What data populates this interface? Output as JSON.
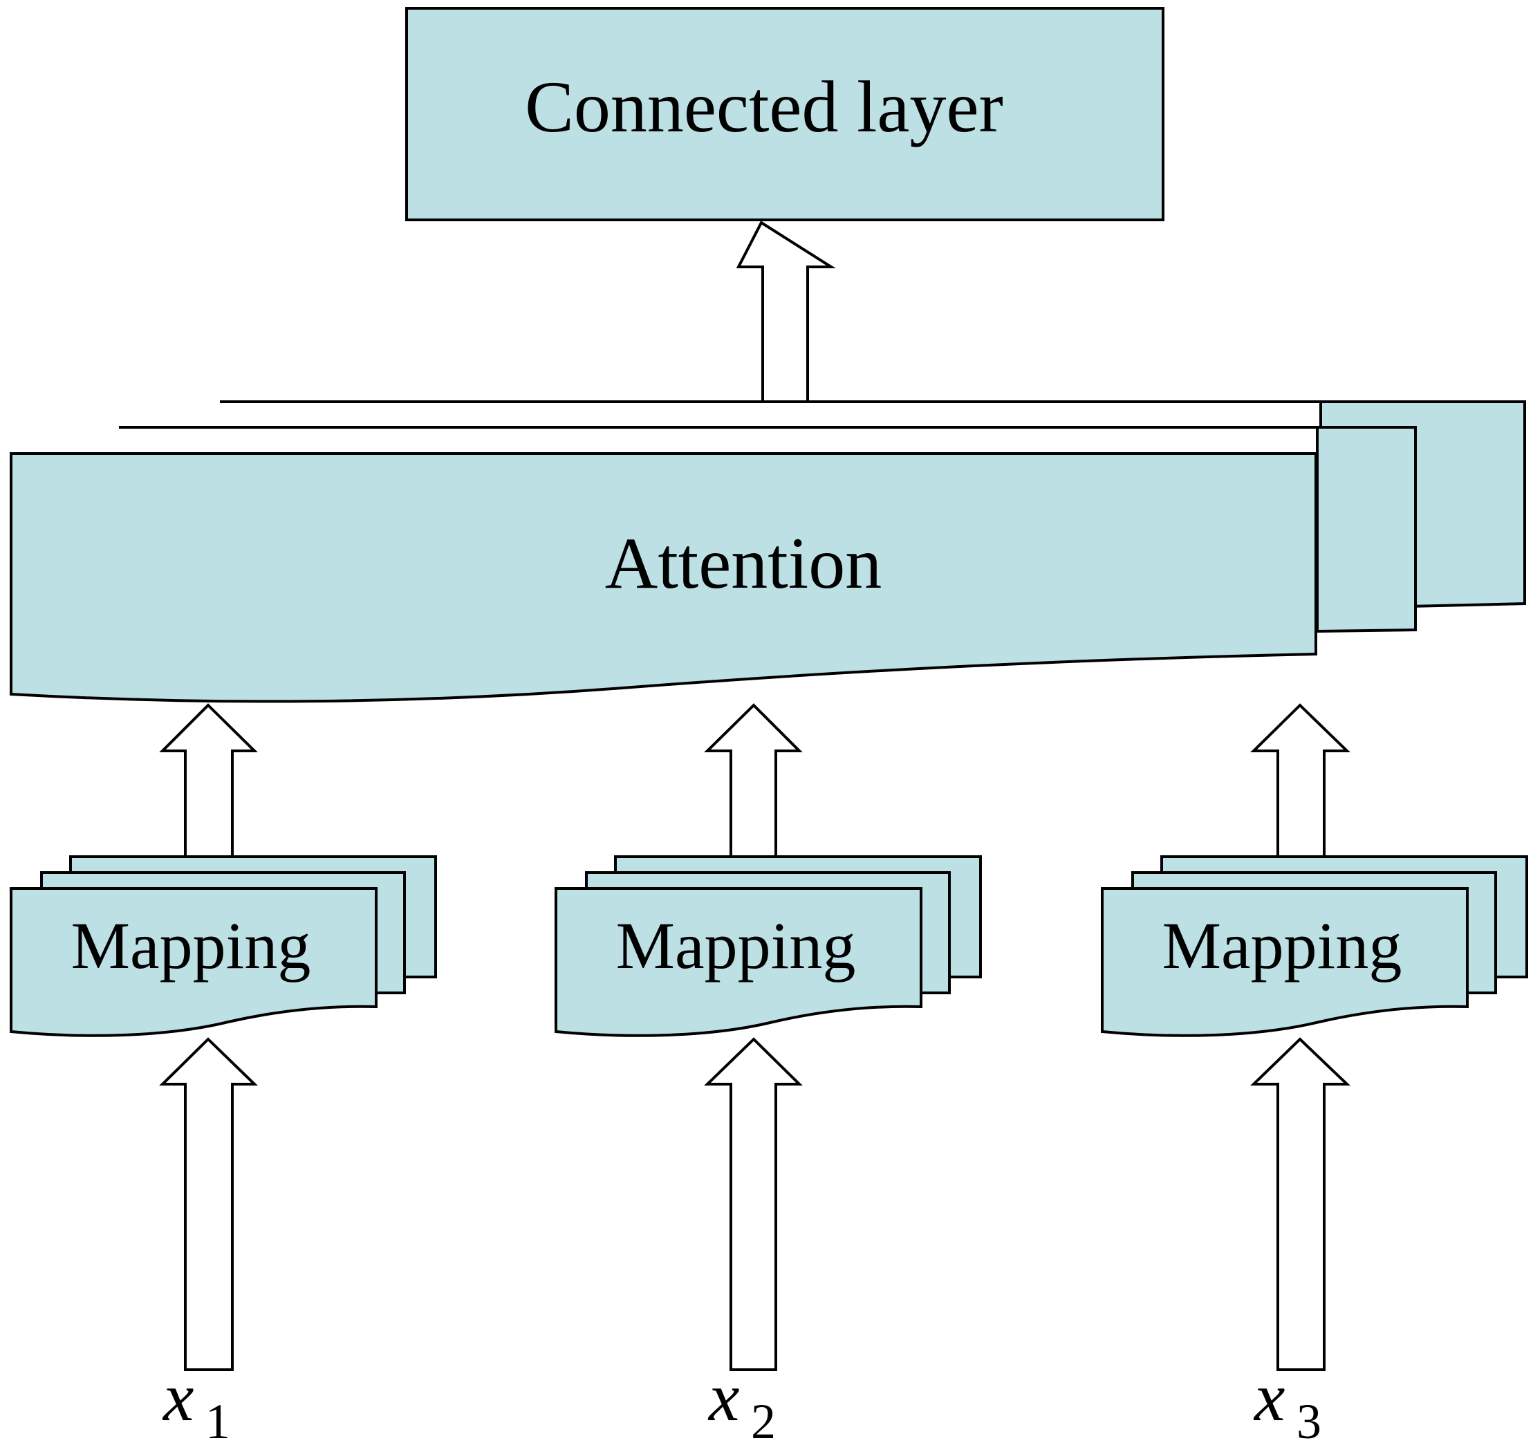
{
  "connected_layer": {
    "label": "Connected layer"
  },
  "attention": {
    "label": "Attention"
  },
  "mapping": [
    {
      "label": "Mapping"
    },
    {
      "label": "Mapping"
    },
    {
      "label": "Mapping"
    }
  ],
  "inputs": [
    {
      "var": "x",
      "sub": "1"
    },
    {
      "var": "x",
      "sub": "2"
    },
    {
      "var": "x",
      "sub": "3"
    }
  ],
  "colors": {
    "box_fill": "#bce0e4",
    "stroke": "#000000",
    "arrow_fill": "#ffffff"
  }
}
